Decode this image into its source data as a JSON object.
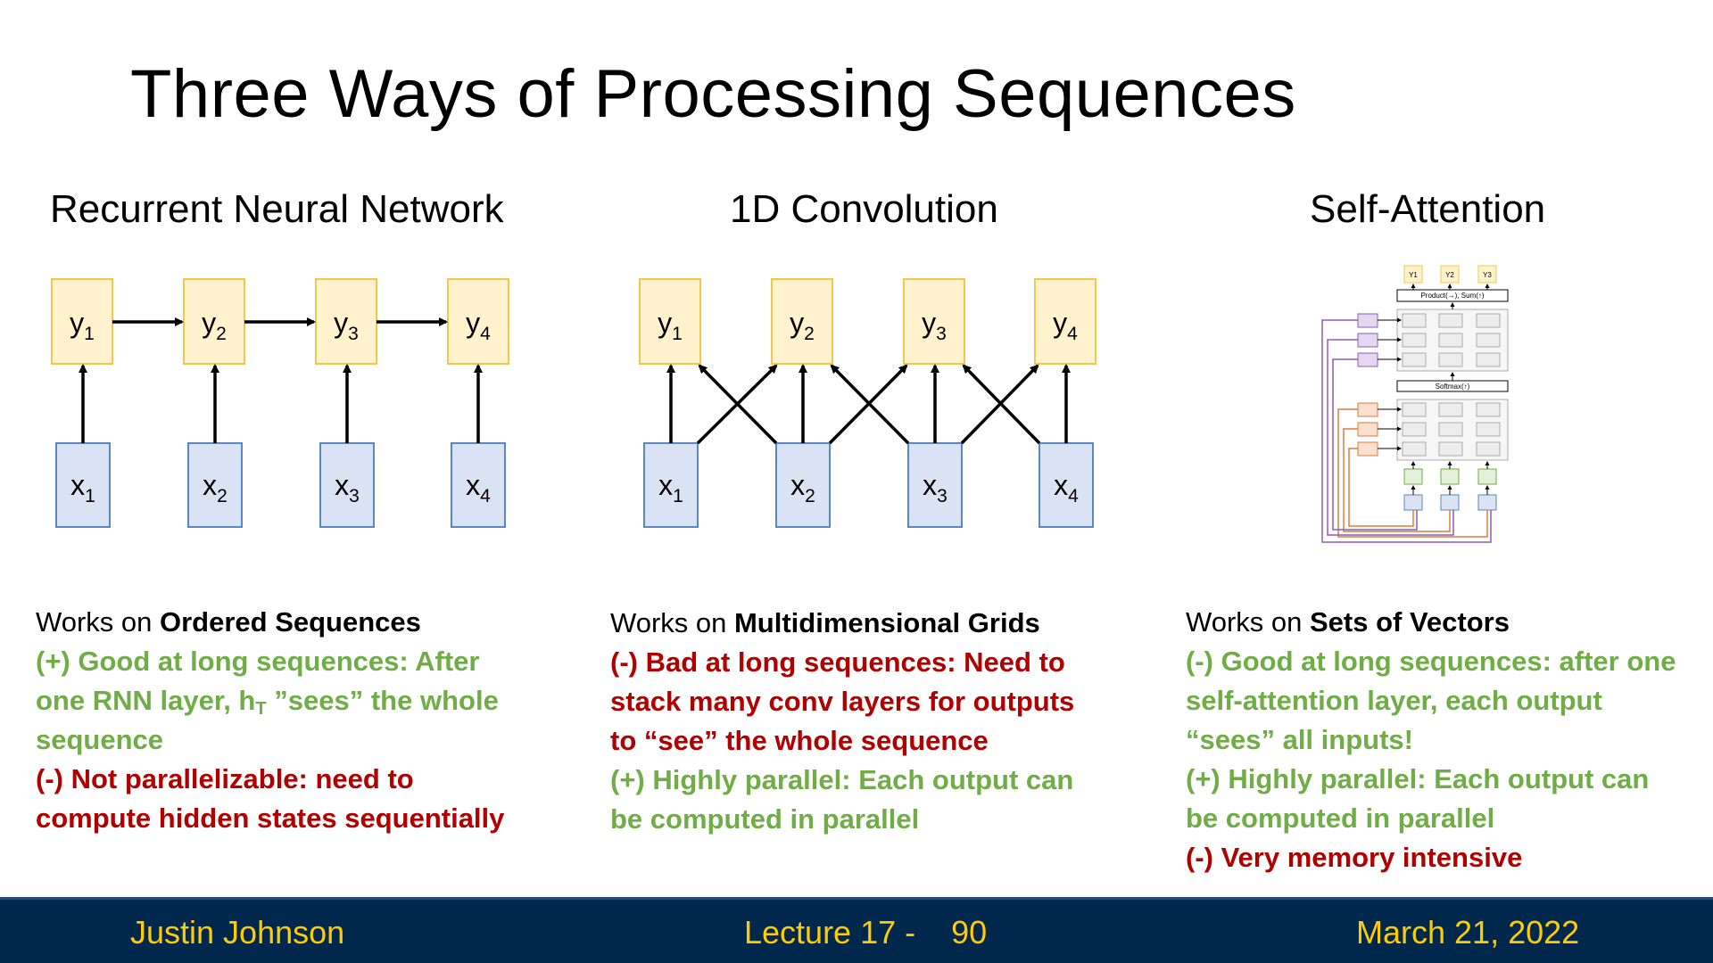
{
  "slide": {
    "title": "Three Ways of Processing Sequences"
  },
  "columns": [
    {
      "heading": "Recurrent Neural Network",
      "works_on_prefix": "Works on ",
      "works_on_bold": "Ordered Sequences",
      "lines": [
        {
          "color": "green",
          "text": "(+) Good at long sequences: After"
        },
        {
          "color": "green",
          "text": "one RNN layer, h",
          "sub": "T",
          "rest": " ”sees” the whole"
        },
        {
          "color": "green",
          "text": "sequence"
        },
        {
          "color": "red",
          "text": "(-) Not parallelizable: need to"
        },
        {
          "color": "red",
          "text": "compute hidden states sequentially"
        }
      ]
    },
    {
      "heading": "1D Convolution",
      "works_on_prefix": "Works on ",
      "works_on_bold": "Multidimensional Grids",
      "lines": [
        {
          "color": "red",
          "text": "(-) Bad at long sequences: Need to"
        },
        {
          "color": "red",
          "text": "stack many conv layers for outputs"
        },
        {
          "color": "red",
          "text": "to “see” the whole sequence"
        },
        {
          "color": "green",
          "text": "(+) Highly parallel: Each output can"
        },
        {
          "color": "green",
          "text": "be computed in parallel"
        }
      ]
    },
    {
      "heading": "Self-Attention",
      "works_on_prefix": "Works on ",
      "works_on_bold": "Sets of Vectors",
      "lines": [
        {
          "color": "green",
          "text": "(-) Good at long sequences: after one"
        },
        {
          "color": "green",
          "text": "self-attention layer, each output"
        },
        {
          "color": "green",
          "text": "“sees” all inputs!"
        },
        {
          "color": "green",
          "text": "(+) Highly parallel: Each output can"
        },
        {
          "color": "green",
          "text": "be computed in parallel"
        },
        {
          "color": "red",
          "text": "(-) Very memory intensive"
        }
      ]
    }
  ],
  "diagram_labels": {
    "y": [
      "y",
      "y",
      "y",
      "y"
    ],
    "x": [
      "x",
      "x",
      "x",
      "x"
    ],
    "subs": [
      "1",
      "2",
      "3",
      "4"
    ],
    "attn_y": [
      "Y1",
      "Y2",
      "Y3"
    ],
    "attn_product": "Product(→), Sum(↑)",
    "attn_softmax": "Softmax(↑)"
  },
  "colors": {
    "y_fill": "#FFF2CC",
    "y_stroke": "#F0C84C",
    "x_fill": "#DAE3F3",
    "x_stroke": "#5B86C5",
    "green": "#70AD47",
    "red": "#B00000",
    "footer_bg": "#00274C",
    "footer_text": "#FFCB05"
  },
  "footer": {
    "author": "Justin Johnson",
    "lecture": "Lecture 17 -    90",
    "date": "March 21, 2022"
  }
}
